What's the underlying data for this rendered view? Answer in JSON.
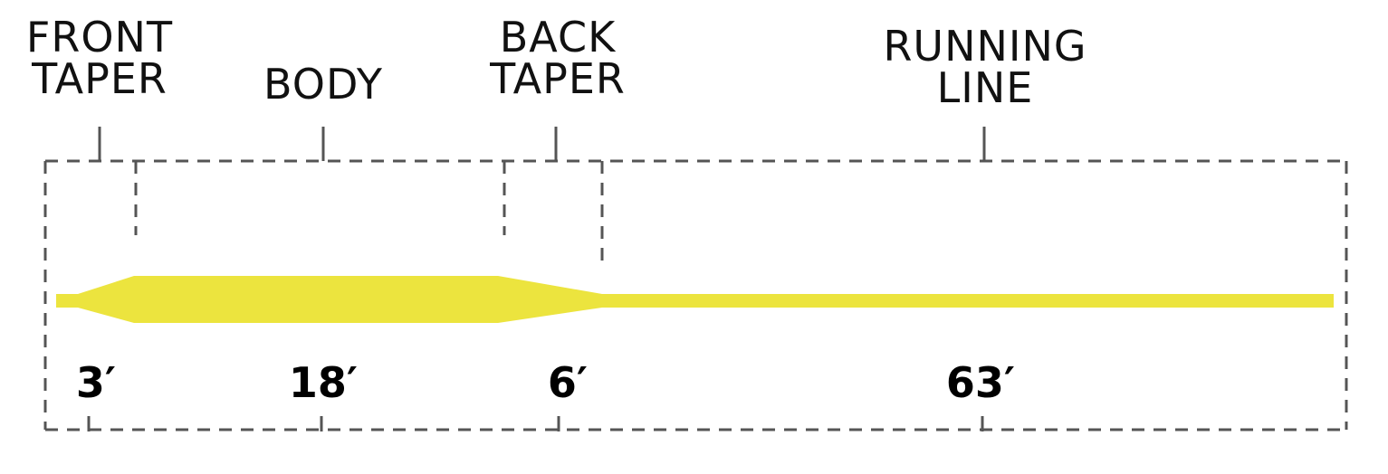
{
  "sections": [
    {
      "label": "FRONT\nTAPER",
      "length": "3′"
    },
    {
      "label": "BODY",
      "length": "18′"
    },
    {
      "label": "BACK\nTAPER",
      "length": "6′"
    },
    {
      "label": "RUNNING\nLINE",
      "length": "63′"
    }
  ],
  "colors": {
    "line": "#ECE43E",
    "dash": "#555555"
  }
}
